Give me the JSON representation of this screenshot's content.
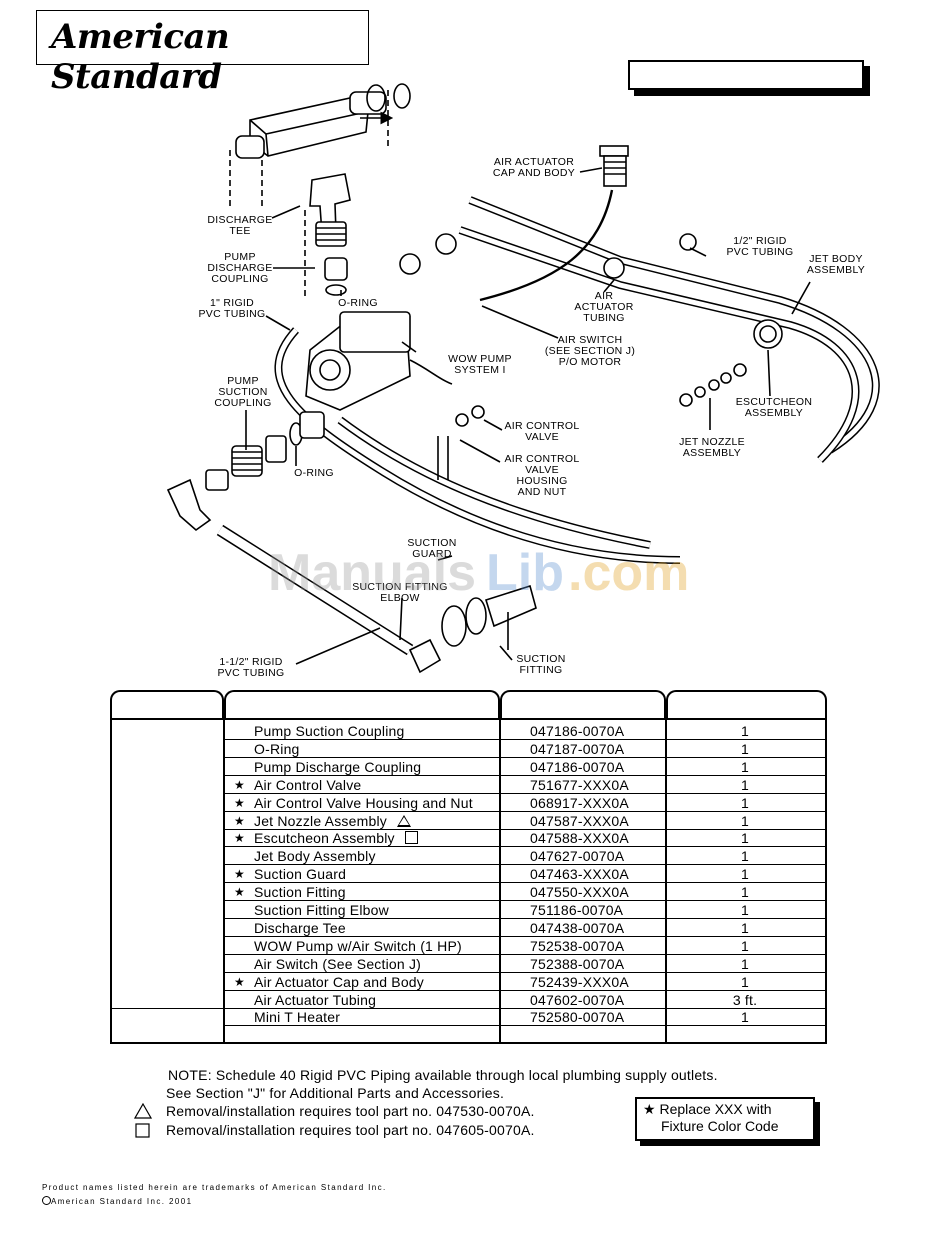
{
  "brand": {
    "logo_text": "American Standard"
  },
  "diagram": {
    "labels": {
      "air_actuator": [
        "AIR ACTUATOR",
        "CAP AND BODY"
      ],
      "discharge_tee": [
        "DISCHARGE",
        "TEE"
      ],
      "pump_discharge": [
        "PUMP",
        "DISCHARGE",
        "COUPLING"
      ],
      "oring_top": "O-RING",
      "rigid_1": [
        "1\" RIGID",
        "PVC TUBING"
      ],
      "half_rigid": [
        "1/2\" RIGID",
        "PVC TUBING"
      ],
      "jet_body": [
        "JET BODY",
        "ASSEMBLY"
      ],
      "air_act_tubing": [
        "AIR",
        "ACTUATOR",
        "TUBING"
      ],
      "air_switch": [
        "AIR SWITCH",
        "(SEE SECTION J)",
        "P/O MOTOR"
      ],
      "wow_pump": [
        "WOW PUMP",
        "SYSTEM I"
      ],
      "pump_suction": [
        "PUMP",
        "SUCTION",
        "COUPLING"
      ],
      "oring_mid": "O-RING",
      "air_control_valve": [
        "AIR CONTROL",
        "VALVE"
      ],
      "air_control_housing": [
        "AIR CONTROL",
        "VALVE",
        "HOUSING",
        "AND NUT"
      ],
      "escutcheon": [
        "ESCUTCHEON",
        "ASSEMBLY"
      ],
      "jet_nozzle": [
        "JET NOZZLE",
        "ASSEMBLY"
      ],
      "suction_guard": [
        "SUCTION",
        "GUARD"
      ],
      "suction_elbow": [
        "SUCTION FITTING",
        "ELBOW"
      ],
      "suction_fitting": [
        "SUCTION",
        "FITTING"
      ],
      "rigid_15": [
        "1-1/2\" RIGID",
        "PVC TUBING"
      ]
    },
    "watermark": {
      "part1": "Manuals",
      "part2": "Lib",
      "part3": ".com"
    }
  },
  "parts": [
    {
      "star": false,
      "desc": "Pump Suction Coupling",
      "part": "047186-0070A",
      "qty": "1",
      "mark": ""
    },
    {
      "star": false,
      "desc": "O-Ring",
      "part": "047187-0070A",
      "qty": "1",
      "mark": ""
    },
    {
      "star": false,
      "desc": "Pump Discharge Coupling",
      "part": "047186-0070A",
      "qty": "1",
      "mark": ""
    },
    {
      "star": true,
      "desc": "Air Control Valve",
      "part": "751677-XXX0A",
      "qty": "1",
      "mark": ""
    },
    {
      "star": true,
      "desc": "Air Control Valve Housing and Nut",
      "part": "068917-XXX0A",
      "qty": "1",
      "mark": ""
    },
    {
      "star": true,
      "desc": "Jet Nozzle Assembly",
      "part": "047587-XXX0A",
      "qty": "1",
      "mark": "triangle"
    },
    {
      "star": true,
      "desc": "Escutcheon Assembly",
      "part": "047588-XXX0A",
      "qty": "1",
      "mark": "square"
    },
    {
      "star": false,
      "desc": "Jet Body Assembly",
      "part": "047627-0070A",
      "qty": "1",
      "mark": ""
    },
    {
      "star": true,
      "desc": "Suction Guard",
      "part": "047463-XXX0A",
      "qty": "1",
      "mark": ""
    },
    {
      "star": true,
      "desc": "Suction Fitting",
      "part": "047550-XXX0A",
      "qty": "1",
      "mark": ""
    },
    {
      "star": false,
      "desc": "Suction Fitting Elbow",
      "part": "751186-0070A",
      "qty": "1",
      "mark": ""
    },
    {
      "star": false,
      "desc": "Discharge Tee",
      "part": "047438-0070A",
      "qty": "1",
      "mark": ""
    },
    {
      "star": false,
      "desc": "WOW Pump w/Air Switch (1 HP)",
      "part": "752538-0070A",
      "qty": "1",
      "mark": ""
    },
    {
      "star": false,
      "desc": "Air Switch (See Section J)",
      "part": "752388-0070A",
      "qty": "1",
      "mark": ""
    },
    {
      "star": true,
      "desc": "Air Actuator Cap and Body",
      "part": "752439-XXX0A",
      "qty": "1",
      "mark": ""
    },
    {
      "star": false,
      "desc": "Air Actuator Tubing",
      "part": "047602-0070A",
      "qty": "3 ft.",
      "mark": ""
    },
    {
      "star": false,
      "desc": "Mini T Heater",
      "part": "752580-0070A",
      "qty": "1",
      "mark": ""
    }
  ],
  "notes": {
    "line1": "NOTE:  Schedule 40 Rigid PVC Piping available through local plumbing supply outlets.",
    "line2": "See Section \"J\" for Additional Parts and Accessories.",
    "line3": "Removal/installation requires tool part no. 047530-0070A.",
    "line4": "Removal/installation requires tool part no. 047605-0070A."
  },
  "legend": {
    "star": "★",
    "line1": "Replace XXX with",
    "line2": "Fixture Color Code"
  },
  "footer": {
    "line1": "Product names listed herein are trademarks of American Standard Inc.",
    "line2": "American Standard Inc. 2001"
  }
}
